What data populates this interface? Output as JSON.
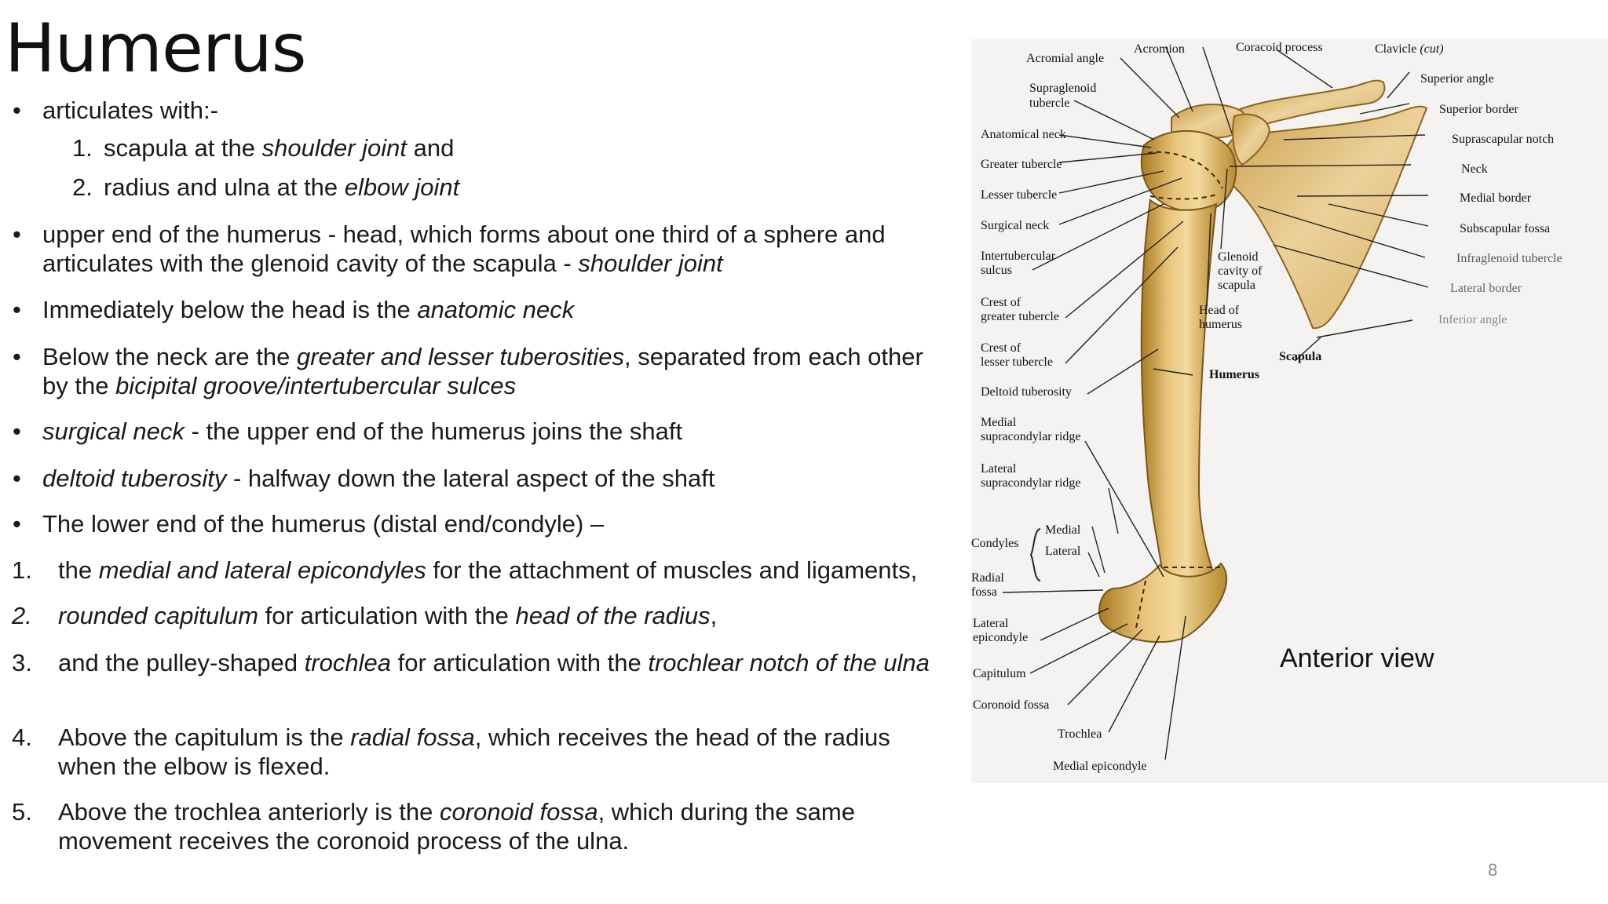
{
  "title": "Humerus",
  "bullets": [
    {
      "mark": "•",
      "parts": [
        {
          "t": "articulates with:-"
        }
      ]
    },
    {
      "mark": "1.",
      "parts": [
        {
          "t": "scapula at the "
        },
        {
          "t": "shoulder joint",
          "i": true
        },
        {
          "t": " and"
        }
      ]
    },
    {
      "mark": "2.",
      "parts": [
        {
          "t": "radius and ulna at the "
        },
        {
          "t": "elbow joint",
          "i": true
        }
      ]
    },
    {
      "mark": "•",
      "parts": [
        {
          "t": "upper end of the humerus - head, which forms about one third of a sphere and articulates with the glenoid cavity of the scapula - "
        },
        {
          "t": "shoulder joint",
          "i": true
        }
      ]
    },
    {
      "mark": "•",
      "parts": [
        {
          "t": "Immediately below the head is the "
        },
        {
          "t": "anatomic neck",
          "i": true
        }
      ]
    },
    {
      "mark": "•",
      "parts": [
        {
          "t": "Below the neck are the "
        },
        {
          "t": "greater and lesser tuberosities",
          "i": true
        },
        {
          "t": ", separated from each other by the "
        },
        {
          "t": "bicipital groove/intertubercular sulces",
          "i": true
        }
      ]
    },
    {
      "mark": "•",
      "parts": [
        {
          "t": "surgical neck",
          "i": true
        },
        {
          "t": " - the upper end of the humerus joins the shaft"
        }
      ]
    },
    {
      "mark": "•",
      "parts": [
        {
          "t": "deltoid tuberosity",
          "i": true
        },
        {
          "t": " - halfway down the lateral aspect of the shaft"
        }
      ]
    },
    {
      "mark": "•",
      "parts": [
        {
          "t": "The lower end of the humerus (distal end/condyle)  –"
        }
      ]
    },
    {
      "mark": "1.",
      "parts": [
        {
          "t": "the "
        },
        {
          "t": "medial and lateral epicondyles",
          "i": true
        },
        {
          "t": " for the attachment of muscles and ligaments,"
        }
      ]
    },
    {
      "mark": "2.",
      "markItalic": true,
      "parts": [
        {
          "t": "rounded capitulum",
          "i": true
        },
        {
          "t": " for articulation with the "
        },
        {
          "t": "head of the radius",
          "i": true
        },
        {
          "t": ","
        }
      ]
    },
    {
      "mark": "3.",
      "parts": [
        {
          "t": "and the pulley-shaped "
        },
        {
          "t": "trochlea",
          "i": true
        },
        {
          "t": " for articulation with the "
        },
        {
          "t": "trochlear notch of the ulna",
          "i": true
        }
      ]
    },
    {
      "mark": "4.",
      "parts": [
        {
          "t": "Above the capitulum is the "
        },
        {
          "t": "radial fossa",
          "i": true
        },
        {
          "t": ", which receives the head of the radius when the elbow is flexed."
        }
      ]
    },
    {
      "mark": "5.",
      "parts": [
        {
          "t": "Above the trochlea anteriorly is the "
        },
        {
          "t": "coronoid fossa",
          "i": true
        },
        {
          "t": ", which during the same movement receives the coronoid process of the ulna."
        }
      ]
    }
  ],
  "figure": {
    "caption": "Anterior view",
    "labels": {
      "acromial_angle": "Acromial angle",
      "acromion": "Acromion",
      "coracoid_process": "Coracoid process",
      "clavicle": "Clavicle",
      "clavicle_note": "(cut)",
      "supraglenoid_1": "Supraglenoid",
      "supraglenoid_2": "tubercle",
      "superior_angle": "Superior angle",
      "superior_border": "Superior border",
      "anatomical_neck": "Anatomical neck",
      "suprascapular_notch": "Suprascapular notch",
      "greater_tubercle": "Greater tubercle",
      "neck": "Neck",
      "lesser_tubercle": "Lesser tubercle",
      "medial_border": "Medial border",
      "surgical_neck": "Surgical neck",
      "subscapular_fossa": "Subscapular fossa",
      "intertubercular_1": "Intertubercular",
      "intertubercular_2": "sulcus",
      "glenoid_1": "Glenoid",
      "glenoid_2": "cavity of",
      "glenoid_3": "scapula",
      "infraglenoid_tubercle": "Infraglenoid tubercle",
      "lateral_border": "Lateral border",
      "crest_greater_1": "Crest of",
      "crest_greater_2": "greater tubercle",
      "head_humerus_1": "Head of",
      "head_humerus_2": "humerus",
      "inferior_angle": "Inferior angle",
      "crest_lesser_1": "Crest of",
      "crest_lesser_2": "lesser tubercle",
      "scapula": "Scapula",
      "humerus": "Humerus",
      "deltoid_tuberosity": "Deltoid tuberosity",
      "medial_supra_1": "Medial",
      "medial_supra_2": "supracondylar ridge",
      "lateral_supra_1": "Lateral",
      "lateral_supra_2": "supracondylar ridge",
      "condyles": "Condyles",
      "medial": "Medial",
      "lateral": "Lateral",
      "radial_fossa_1": "Radial",
      "radial_fossa_2": "fossa",
      "lateral_epicondyle_1": "Lateral",
      "lateral_epicondyle_2": "epicondyle",
      "capitulum": "Capitulum",
      "coronoid_fossa": "Coronoid fossa",
      "trochlea": "Trochlea",
      "medial_epicondyle": "Medial epicondyle"
    }
  },
  "page_number": "8"
}
